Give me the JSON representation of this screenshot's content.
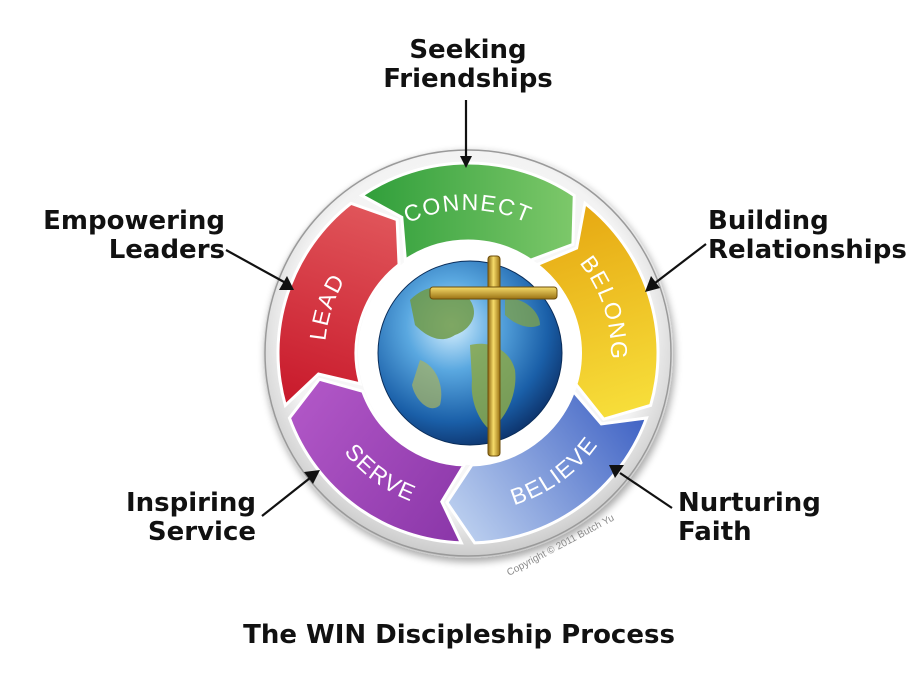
{
  "diagram": {
    "title": "The WIN Discipleship Process",
    "copyright": "Copyright © 2011 Butch Yu",
    "segments": [
      {
        "id": "connect",
        "label": "CONNECT",
        "color": "#2f9e3a",
        "color_light": "#7dc86a"
      },
      {
        "id": "belong",
        "label": "BELONG",
        "color": "#e6a812",
        "color_light": "#f7de3a"
      },
      {
        "id": "believe",
        "label": "BELIEVE",
        "color": "#3f62c4",
        "color_light": "#b9cdee"
      },
      {
        "id": "serve",
        "label": "SERVE",
        "color": "#8a36a8",
        "color_light": "#b056c6"
      },
      {
        "id": "lead",
        "label": "LEAD",
        "color": "#c8182a",
        "color_light": "#e0555a"
      }
    ],
    "annotations": {
      "top": [
        "Seeking",
        "Friendships"
      ],
      "top_right": [
        "Building",
        "Relationships"
      ],
      "bottom_right": [
        "Nurturing",
        "Faith"
      ],
      "bottom_left": [
        "Inspiring",
        "Service"
      ],
      "top_left": [
        "Empowering",
        "Leaders"
      ]
    },
    "center_icons": [
      "globe-icon",
      "cross-icon"
    ]
  }
}
